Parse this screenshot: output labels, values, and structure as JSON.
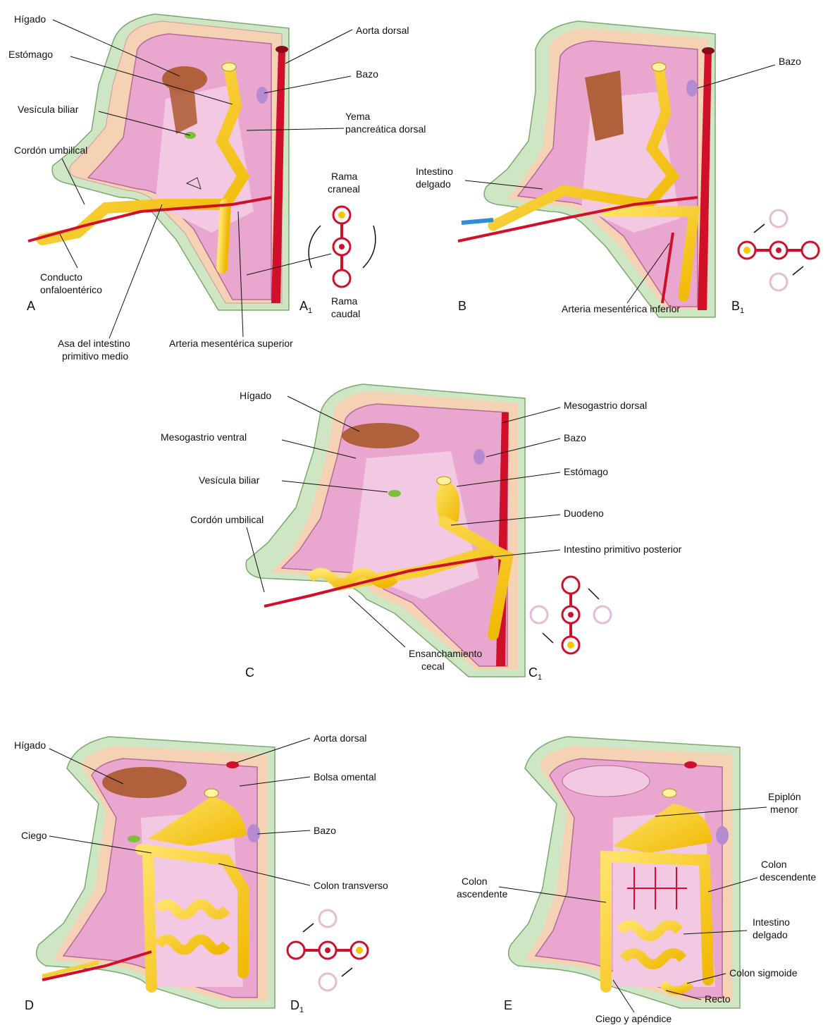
{
  "panels": {
    "A": {
      "letter": "A",
      "labels": {
        "higado": "Hígado",
        "estomago": "Estómago",
        "vesicula": "Vesícula biliar",
        "cordon": "Cordón umbilical",
        "conducto_1": "Conducto",
        "conducto_2": "onfaloentérico",
        "aorta": "Aorta dorsal",
        "bazo": "Bazo",
        "yema_1": "Yema",
        "yema_2": "pancreática dorsal",
        "asa_1": "Asa del intestino",
        "asa_2": "primitivo medio",
        "arteria_sup": "Arteria mesentérica superior"
      }
    },
    "A1": {
      "letter": "A",
      "subscript": "1",
      "labels": {
        "craneal_1": "Rama",
        "craneal_2": "craneal",
        "caudal_1": "Rama",
        "caudal_2": "caudal"
      }
    },
    "B": {
      "letter": "B",
      "labels": {
        "bazo": "Bazo",
        "intestino_1": "Intestino",
        "intestino_2": "delgado",
        "arteria_inf": "Arteria mesentérica inferior"
      }
    },
    "B1": {
      "letter": "B",
      "subscript": "1"
    },
    "C": {
      "letter": "C",
      "labels": {
        "higado": "Hígado",
        "meso_ventral": "Mesogastrio ventral",
        "vesicula": "Vesícula biliar",
        "cordon": "Cordón umbilical",
        "meso_dorsal": "Mesogastrio dorsal",
        "bazo": "Bazo",
        "estomago": "Estómago",
        "duodeno": "Duodeno",
        "posterior": "Intestino primitivo posterior",
        "cecal_1": "Ensanchamiento",
        "cecal_2": "cecal"
      }
    },
    "C1": {
      "letter": "C",
      "subscript": "1"
    },
    "D": {
      "letter": "D",
      "labels": {
        "higado": "Hígado",
        "ciego": "Ciego",
        "aorta": "Aorta dorsal",
        "bolsa": "Bolsa omental",
        "bazo": "Bazo",
        "colon_transverso": "Colon transverso"
      }
    },
    "D1": {
      "letter": "D",
      "subscript": "1"
    },
    "E": {
      "letter": "E",
      "labels": {
        "epiplon_1": "Epiplón",
        "epiplon_2": "menor",
        "colon_asc_1": "Colon",
        "colon_asc_2": "ascendente",
        "colon_desc_1": "Colon",
        "colon_desc_2": "descendente",
        "intestino_1": "Intestino",
        "intestino_2": "delgado",
        "sigmoide": "Colon sigmoide",
        "recto": "Recto",
        "ciego_apendice": "Ciego y apéndice"
      }
    }
  },
  "colors": {
    "body_wall_outer": "#cfe6c4",
    "body_wall_skin": "#f6d2b4",
    "cavity_pink": "#e9a6cf",
    "mesentery_light": "#f2c8e2",
    "liver": "#b0603a",
    "gut_yellow": "#f5c800",
    "gut_highlight": "#ffe86a",
    "artery_red": "#d0102a",
    "spleen": "#b48ad0",
    "gallbladder": "#7bbf3a",
    "vitelline_blue": "#2f8fd6"
  }
}
